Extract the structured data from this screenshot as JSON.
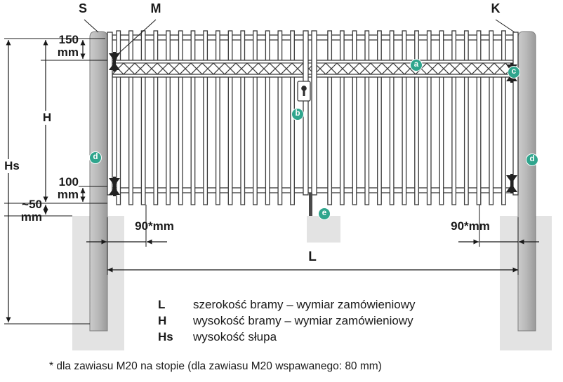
{
  "top_labels": {
    "s": "S",
    "m": "M",
    "k": "K"
  },
  "dimensions": {
    "d150": "150\nmm",
    "h": "H",
    "hs": "Hs",
    "d100": "100\nmm",
    "d50": "~50\nmm",
    "d90_left": "90*mm",
    "d90_right": "90*mm",
    "l": "L"
  },
  "markers": {
    "a": "a",
    "b": "b",
    "c": "c",
    "d_left": "d",
    "d_right": "d",
    "e": "e"
  },
  "legend": {
    "rows": [
      {
        "key": "L",
        "text": "szerokość bramy – wymiar zamówieniowy"
      },
      {
        "key": "H",
        "text": "wysokość bramy – wymiar zamówieniowy"
      },
      {
        "key": "Hs",
        "text": "wysokość słupa"
      }
    ]
  },
  "footnote": "* dla zawiasu M20 na stopie (dla zawiasu M20 wspawanego: 80 mm)",
  "colors": {
    "accent": "#2fa58d",
    "line": "#1a1a1a",
    "post": "#b5b5b5",
    "footing": "#e3e3e3"
  }
}
